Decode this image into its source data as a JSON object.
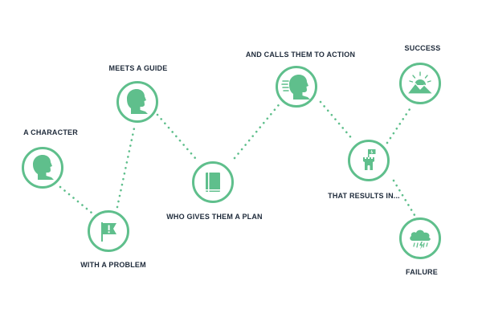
{
  "colors": {
    "accent": "#5fbf8c",
    "text": "#1e2a3a"
  },
  "steps": [
    {
      "label": "A CHARACTER",
      "icon": "head-profile-icon"
    },
    {
      "label": "WITH A PROBLEM",
      "icon": "warning-flag-icon"
    },
    {
      "label": "MEETS A GUIDE",
      "icon": "head-profile-icon"
    },
    {
      "label": "WHO GIVES THEM A PLAN",
      "icon": "book-icon"
    },
    {
      "label": "AND CALLS THEM TO ACTION",
      "icon": "speaking-head-icon"
    },
    {
      "label": "THAT RESULTS IN...",
      "icon": "castle-tower-flag-icon"
    },
    {
      "label": "SUCCESS",
      "icon": "sunrise-mountains-icon"
    },
    {
      "label": "FAILURE",
      "icon": "storm-cloud-icon"
    }
  ]
}
